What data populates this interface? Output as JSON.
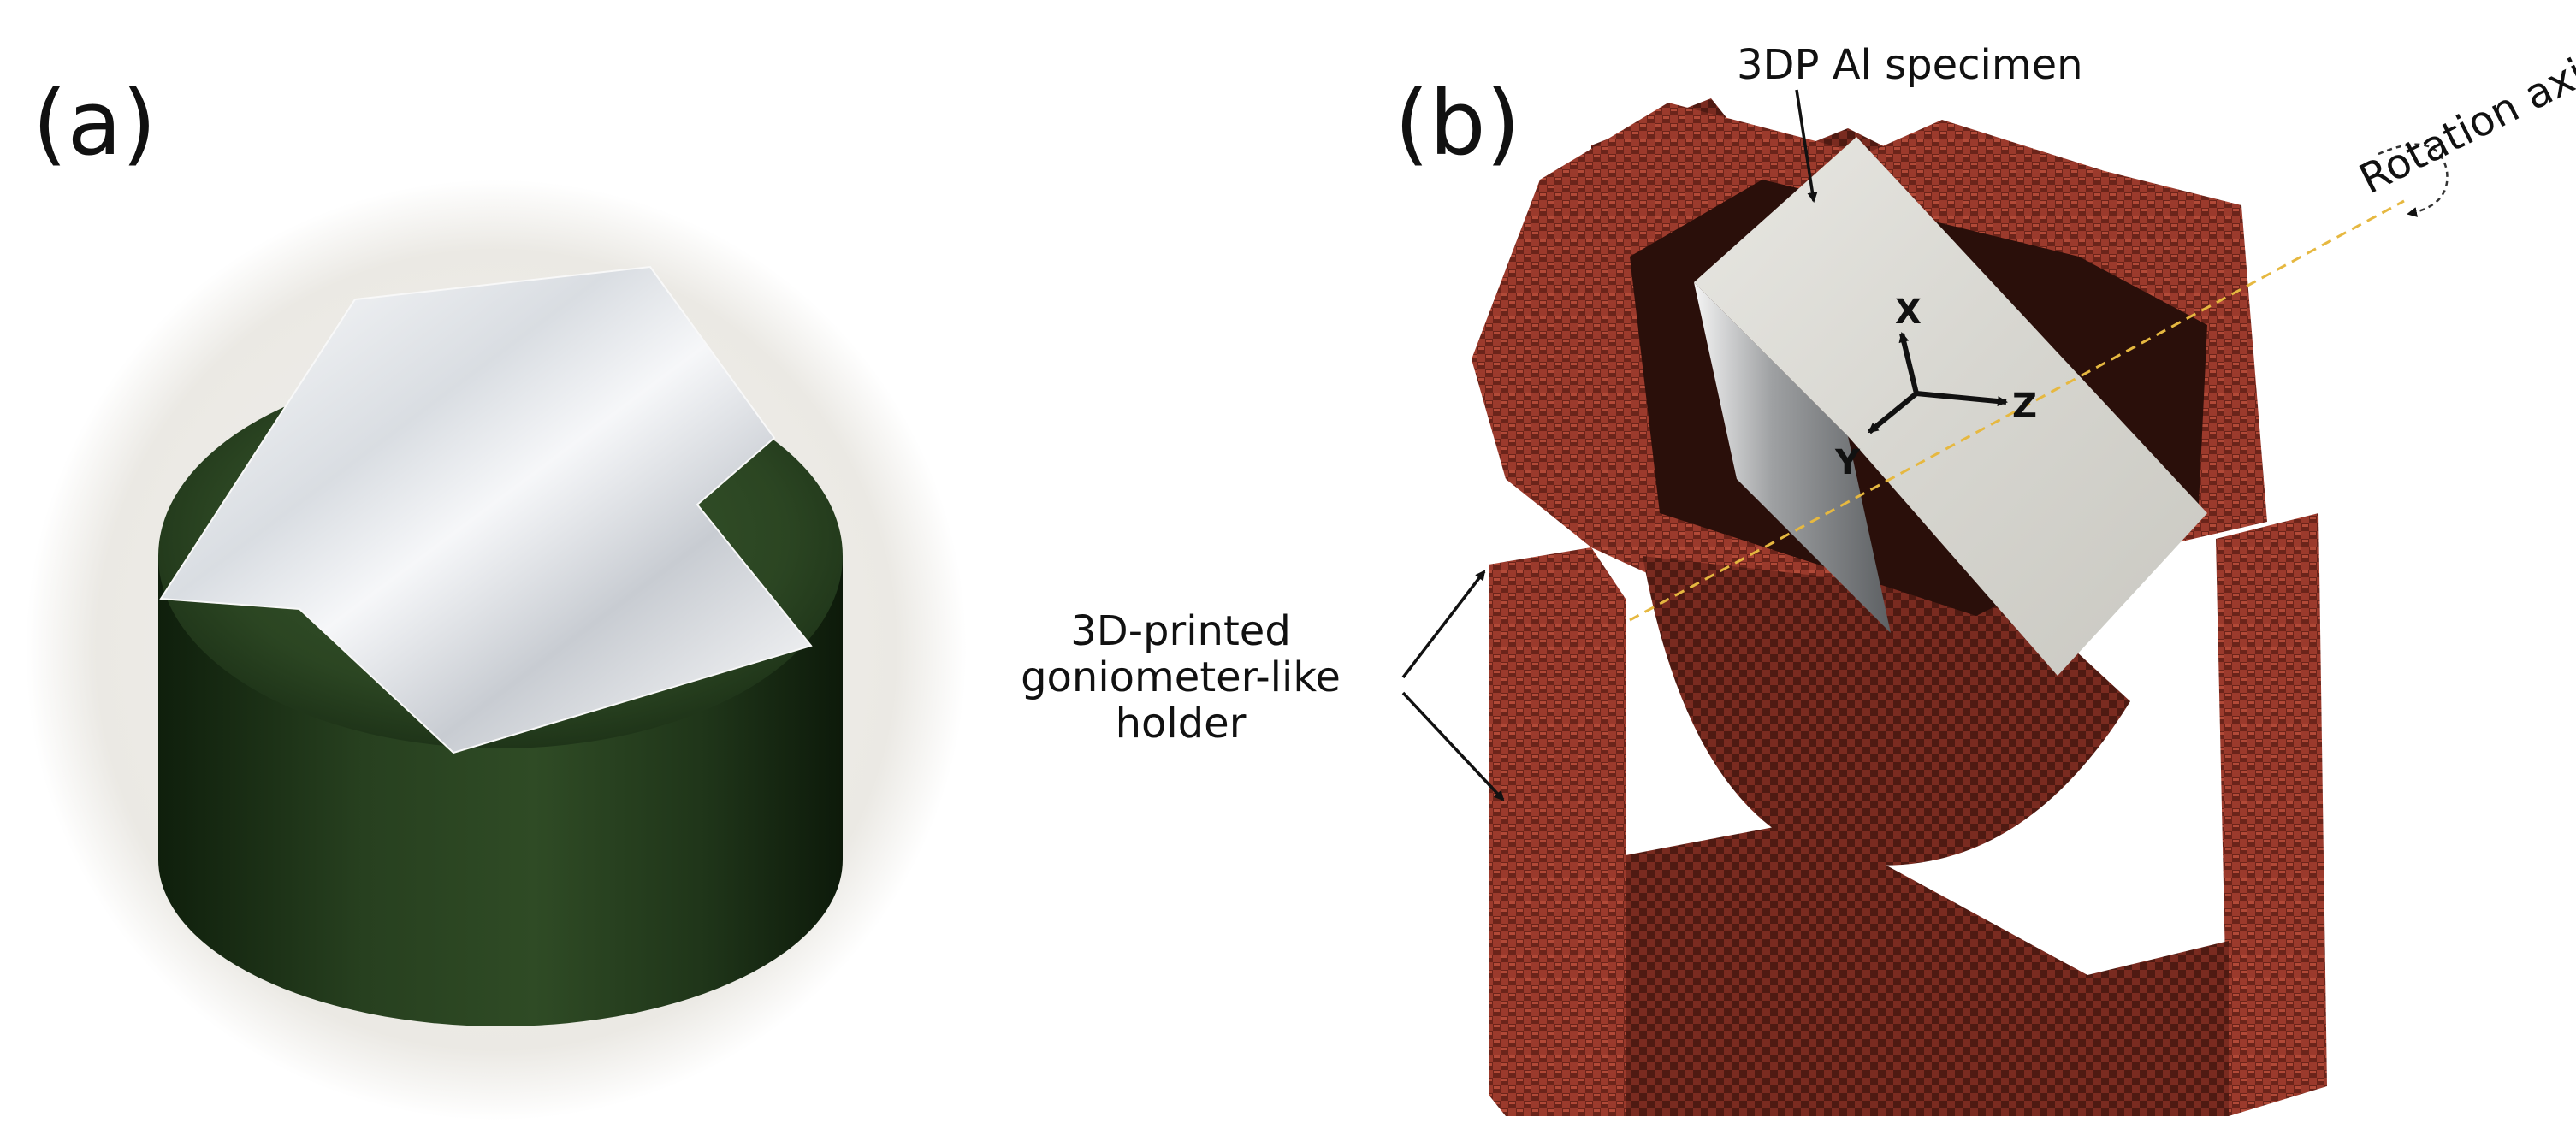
{
  "panel_a": {
    "label": "(a)"
  },
  "panel_b": {
    "label": "(b)",
    "specimen_label": "3DP Al specimen",
    "holder_label": [
      "3D-printed",
      "goniometer-like",
      "holder"
    ],
    "rotation_label": "Rotation axis",
    "axes": {
      "x": "X",
      "y": "Y",
      "z": "Z"
    }
  },
  "colors": {
    "resin": "#1f3a1a",
    "specimen_polished": "#eef0f2",
    "holder": "#9b3a2c",
    "holder_dark": "#5a1c14",
    "rotation_axis": "#e6b840"
  }
}
